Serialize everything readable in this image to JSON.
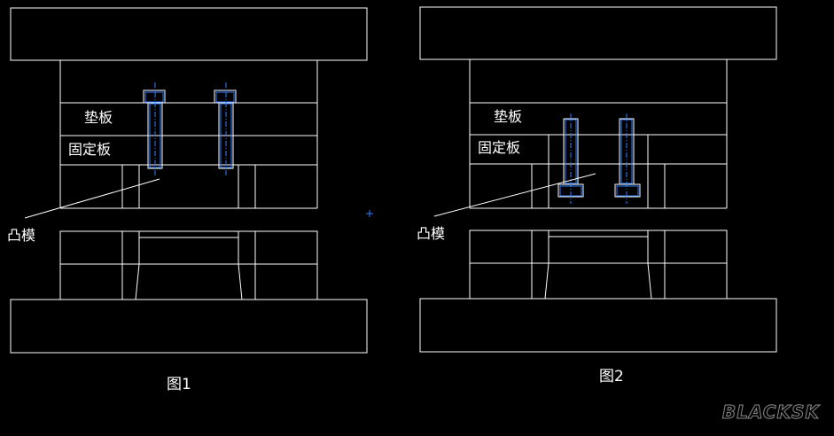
{
  "labels": {
    "fig1_backing_plate": "垫板",
    "fig1_fixing_plate": "固定板",
    "fig1_punch": "凸模",
    "fig2_backing_plate": "垫板",
    "fig2_fixing_plate": "固定板",
    "fig2_punch": "凸模"
  },
  "captions": {
    "fig1": "图1",
    "fig2": "图2"
  },
  "watermark": "BLACKSK",
  "colors": {
    "background": "#000000",
    "outline": "#ffffff",
    "screw": "#2f7fff"
  }
}
